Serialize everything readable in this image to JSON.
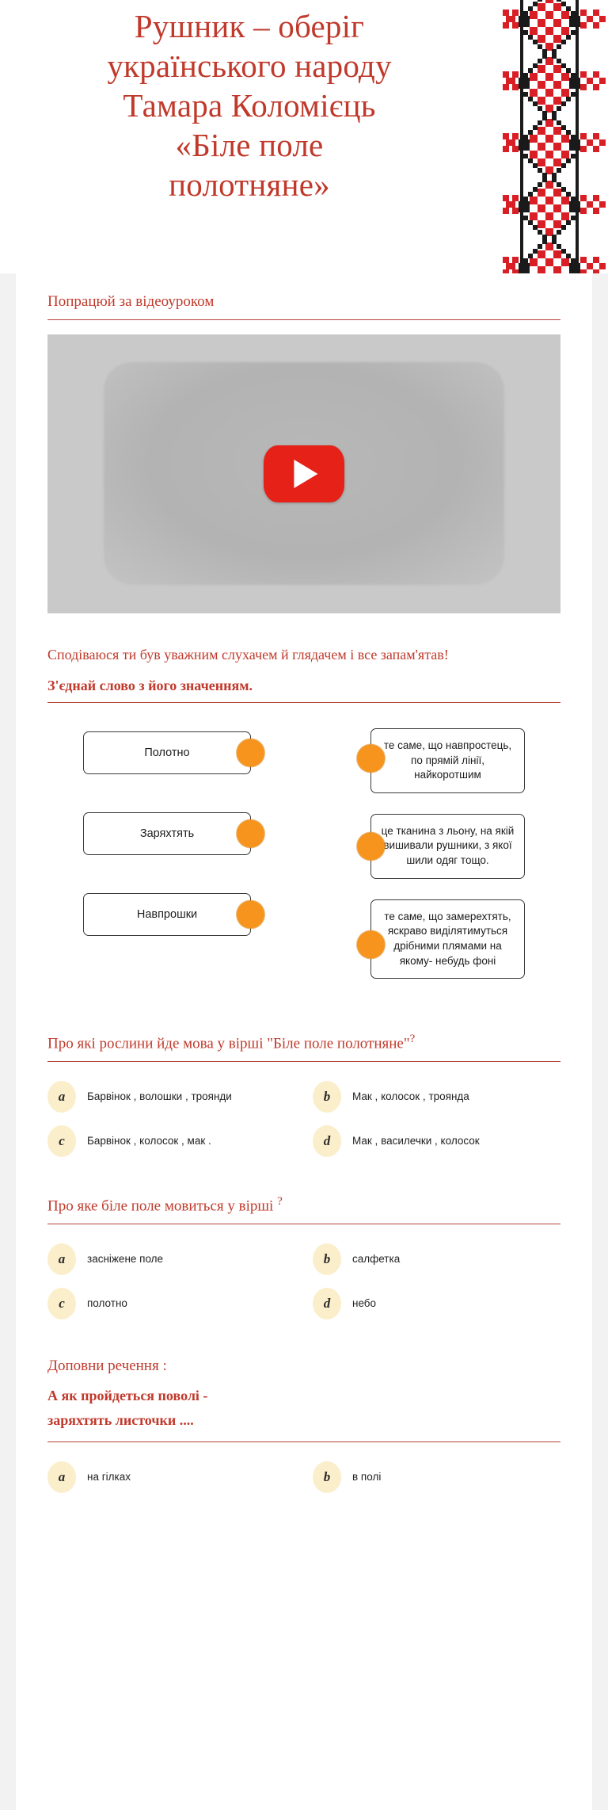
{
  "header": {
    "title_lines": [
      "Рушник – оберіг",
      "українського народу",
      "Тамара Коломієць",
      "«Біле поле",
      "полотняне»"
    ],
    "accent_color": "#c0392b",
    "embroidery_colors": {
      "red": "#d81f26",
      "black": "#1a1a1a",
      "white": "#ffffff"
    }
  },
  "video_section": {
    "heading": "Попрацюй за відеоуроком",
    "play_icon": "play-button-icon",
    "player_color": "#e62117",
    "thumbnail_color": "#c9c9c9"
  },
  "intro": {
    "line1": "Сподіваюся ти був уважним слухачем й глядачем і все запам'ятав!",
    "line2": "З'єднай слово з його значенням."
  },
  "matching": {
    "words": [
      {
        "label": "Полотно"
      },
      {
        "label": "Заряхтять"
      },
      {
        "label": "Навпрошки"
      }
    ],
    "definitions": [
      {
        "text": "те саме, що навпростець, по прямій лінії, найкоротшим"
      },
      {
        "text": "це тканина з льону, на якій вишивали рушники, з якої шили одяг тощо."
      },
      {
        "text": "те саме, що замерехтять, яскраво виділятимуться дрібними плямами на якому- небудь фоні"
      }
    ],
    "connector_color": "#f7941e"
  },
  "quizzes": [
    {
      "title": "Про які рослини йде мова у вірші \"Біле поле полотняне\"",
      "qmark": "?",
      "subtitle": "",
      "options": [
        {
          "badge": "a",
          "text": "Барвінок , волошки , троянди"
        },
        {
          "badge": "b",
          "text": "Мак , колосок , троянда"
        },
        {
          "badge": "c",
          "text": "Барвінок , колосок , мак ."
        },
        {
          "badge": "d",
          "text": "Мак , василечки , колосок"
        }
      ]
    },
    {
      "title": "Про яке біле поле мовиться у вірші",
      "qmark": "?",
      "subtitle": "",
      "options": [
        {
          "badge": "a",
          "text": "засніжене поле"
        },
        {
          "badge": "b",
          "text": "салфетка"
        },
        {
          "badge": "c",
          "text": "полотно"
        },
        {
          "badge": "d",
          "text": "небо"
        }
      ]
    },
    {
      "title": "Доповни речення :",
      "qmark": "",
      "subtitle_line1": "А як пройдеться поволі -",
      "subtitle_line2": "заряхтять листочки ....",
      "options": [
        {
          "badge": "a",
          "text": "на гілках"
        },
        {
          "badge": "b",
          "text": "в полі"
        }
      ]
    }
  ]
}
